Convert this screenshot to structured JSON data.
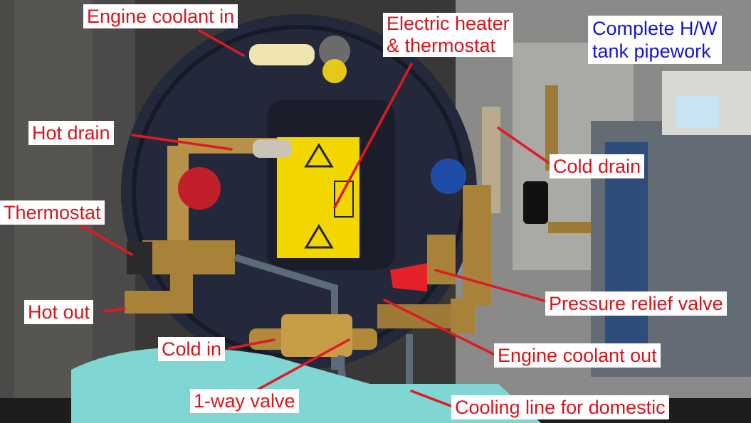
{
  "title_lines": [
    "Complete H/W",
    "tank pipework"
  ],
  "labels": {
    "engine_coolant_in": "Engine coolant in",
    "electric_heater_line1": "Electric heater",
    "electric_heater_line2": "& thermostat",
    "hot_drain": "Hot drain",
    "cold_drain": "Cold drain",
    "thermostat": "Thermostat",
    "pressure_relief_valve": "Pressure relief valve",
    "hot_out": "Hot out",
    "engine_coolant_out": "Engine coolant out",
    "cold_in": "Cold in",
    "one_way_valve": "1-way valve",
    "cooling_line": "Cooling line for domestic"
  },
  "colors": {
    "label_text": "#d8141c",
    "title_text": "#1414d2",
    "label_background": "#ffffff",
    "arrow": "#e01a22"
  }
}
